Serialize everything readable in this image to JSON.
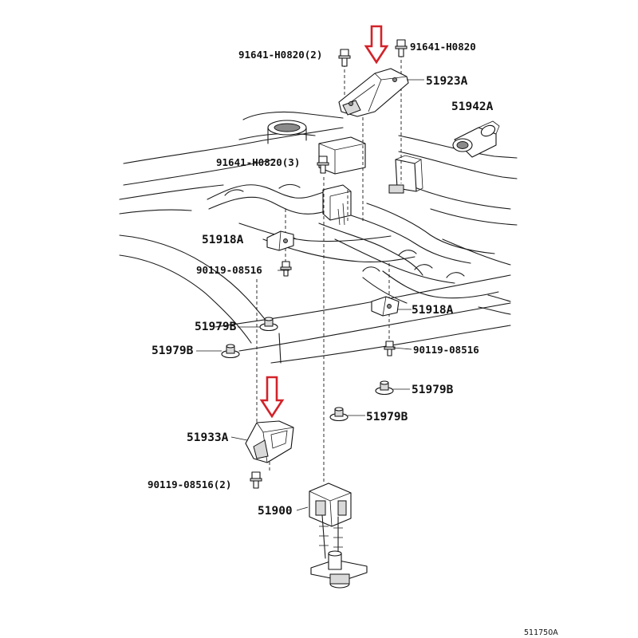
{
  "labels": {
    "bolt_top_left": "91641-H0820(2)",
    "bolt_top_right": "91641-H0820",
    "bracket_top": "51923A",
    "spacer": "51942A",
    "bolt_mid": "91641-H0820(3)",
    "clamp_left": "51918A",
    "bolt_clamp_left": "90119-08516",
    "clamp_right": "51918A",
    "stopper_1": "51979B",
    "stopper_2": "51979B",
    "bolt_clamp_right": "90119-08516",
    "stopper_3": "51979B",
    "stopper_4": "51979B",
    "bracket_lower": "51933A",
    "bolt_lower": "90119-08516(2)",
    "carrier": "51900",
    "diagram_code": "511750A"
  },
  "colors": {
    "arrow": "#d2232a",
    "line": "#1a1a1a"
  },
  "icons": [
    "down-arrow-icon",
    "down-arrow-icon"
  ]
}
